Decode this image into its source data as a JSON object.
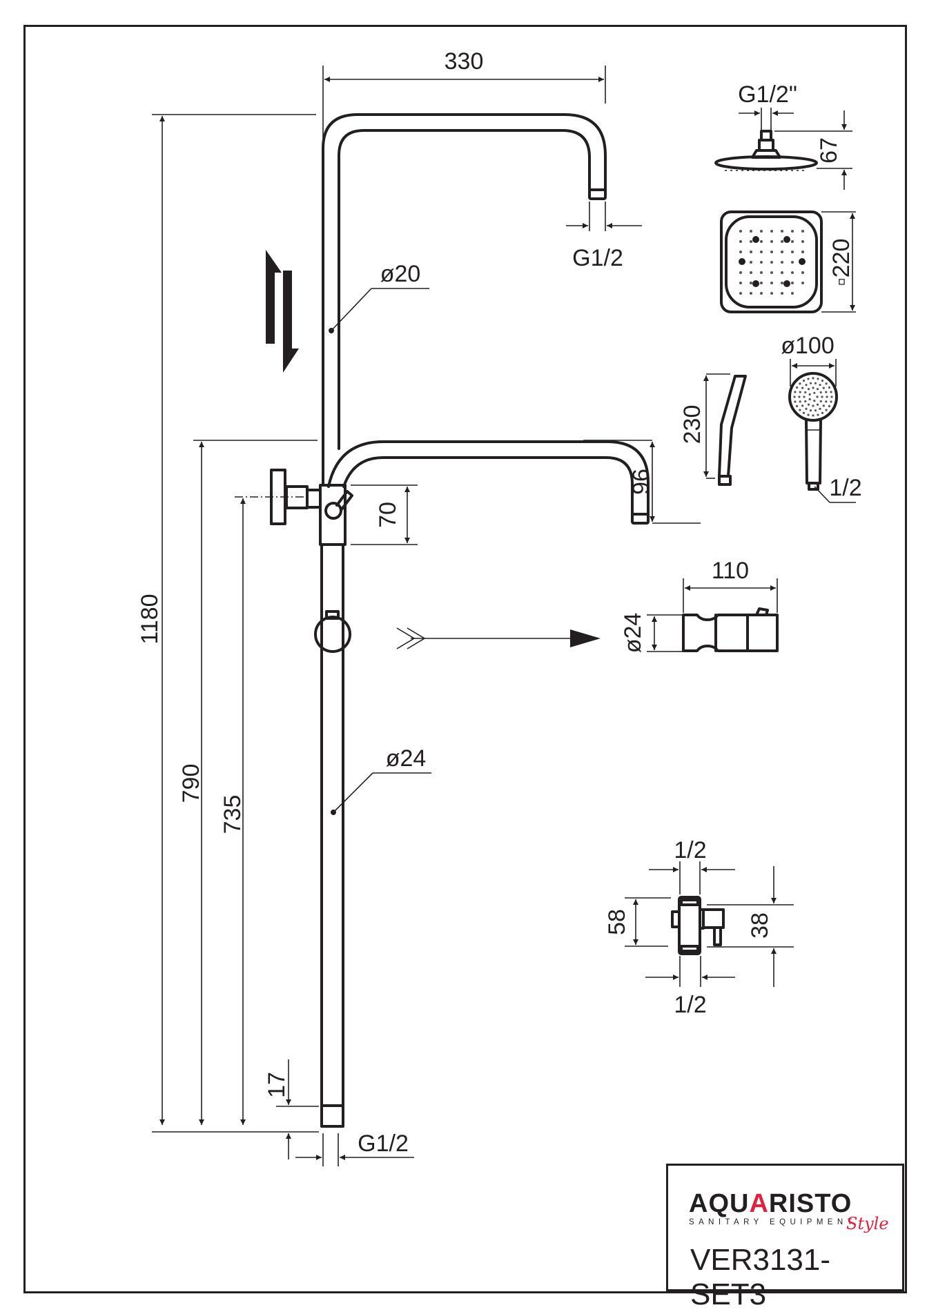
{
  "drawing": {
    "title_block": {
      "brand_prefix": "AQU",
      "brand_accent": "A",
      "brand_suffix": "RISTO",
      "brand_tagline": "SANITARY EQUIPMENT",
      "brand_script": "Style",
      "model": "VER3131-SET3",
      "brand_color": "#231f20",
      "accent_color": "#e0213f"
    },
    "main_assembly": {
      "dimensions": {
        "arm_reach": "330",
        "total_height": "1180",
        "outlet_top": "G1/2",
        "upper_tube_diameter": "ø20",
        "lower_tube_diameter": "ø24",
        "spout_drop": "96",
        "diverter_height": "70",
        "height_to_spout": "790",
        "height_to_valve_axis": "735",
        "bottom_thread_length": "17",
        "bottom_thread": "G1/2"
      }
    },
    "head_shower": {
      "connection": "G1/2\"",
      "height": "67",
      "size": "▫220"
    },
    "hand_shower": {
      "length": "230",
      "diameter": "ø100",
      "connection": "1/2"
    },
    "slider": {
      "length": "110",
      "diameter": "ø24"
    },
    "diverter_valve": {
      "top_connection": "1/2",
      "bottom_connection": "1/2",
      "body_height": "58",
      "outlet_height": "38"
    }
  }
}
